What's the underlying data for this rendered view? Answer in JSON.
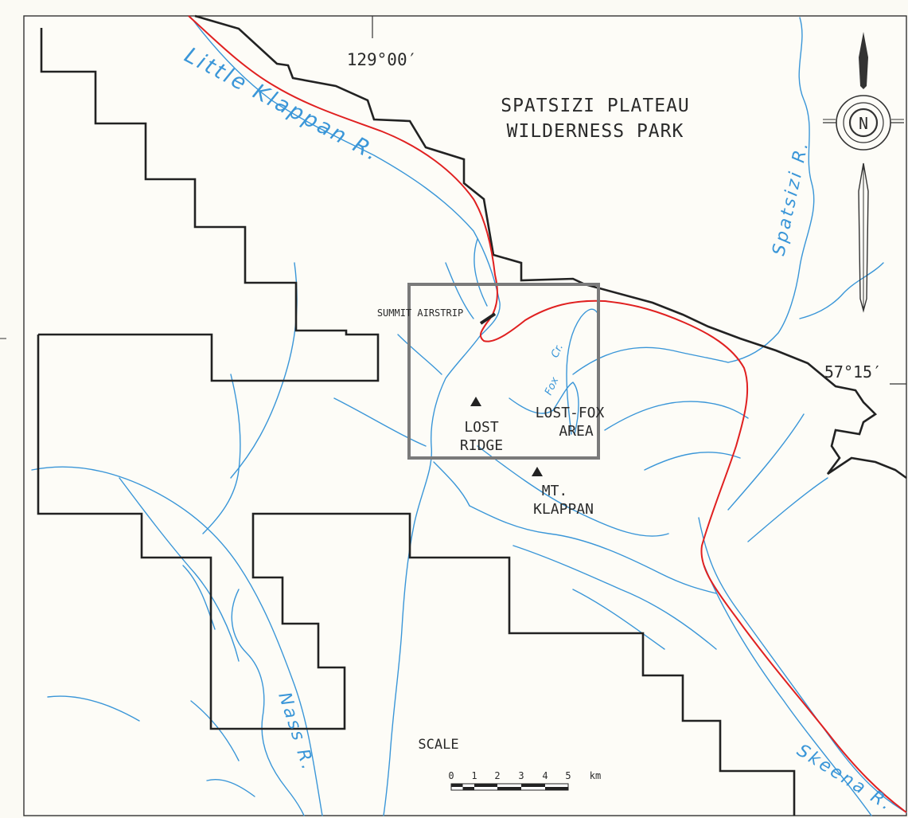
{
  "park": {
    "line1": "SPATSIZI PLATEAU",
    "line2": "WILDERNESS PARK"
  },
  "coordinates": {
    "longitude": "129°00′",
    "latitude": "57°15′"
  },
  "features": {
    "airstrip": "SUMMIT AIRSTRIP",
    "lost_ridge_1": "LOST",
    "lost_ridge_2": "RIDGE",
    "lost_fox_1": "LOST-FOX",
    "lost_fox_2": "AREA",
    "mt_klappan_1": "MT.",
    "mt_klappan_2": "KLAPPAN",
    "fox_creek_1": "Fox",
    "fox_creek_2": "Cr."
  },
  "rivers": {
    "little_klappan": "Little Klappan R.",
    "spatsizi": "Spatsizi R.",
    "nass": "Nass R.",
    "skeena": "Skeena R."
  },
  "compass": {
    "north": "N"
  },
  "scale": {
    "title": "SCALE",
    "ticks": [
      "0",
      "1",
      "2",
      "3",
      "4",
      "5"
    ],
    "unit": "km"
  },
  "colors": {
    "river": "#3a96d8",
    "road": "#e02020",
    "boundary": "#222222",
    "study_area": "#7a7a7a",
    "paper": "#fbfaf4"
  }
}
